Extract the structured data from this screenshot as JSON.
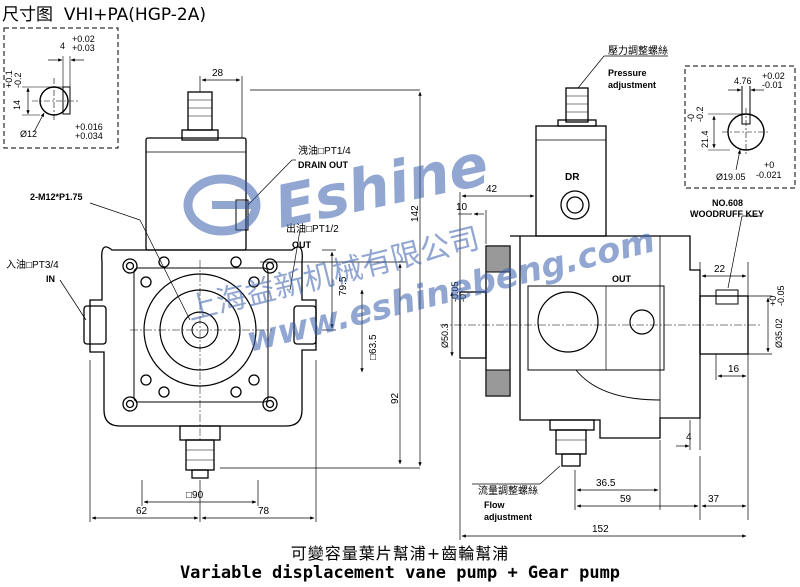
{
  "header": {
    "title_cn": "尺寸图",
    "title_model": "VHI+PA(HGP-2A)"
  },
  "watermark": {
    "brand": "Eshine",
    "site": "www.eshinebeng.com",
    "company_cn": "上海益新机械有限公司"
  },
  "key_left": {
    "width": "4",
    "width_tol_up": "+0.02",
    "width_tol_dn": "+0.03",
    "height": "14",
    "height_tol_up": "+0.1",
    "height_tol_dn": "-0.2",
    "diameter": "Ø12",
    "diam_tol_up": "+0.016",
    "diam_tol_dn": "+0.034"
  },
  "front": {
    "dim_28": "28",
    "drain_cn": "洩油□PT1/4",
    "drain_en": "DRAIN OUT",
    "bolt": "2-M12*P1.75",
    "out_cn": "出油□PT1/2",
    "out_en": "OUT",
    "in_cn": "入油□PT3/4",
    "in_en": "IN",
    "dim_795": "79.5",
    "dim_635": "□63.5",
    "dim_92": "92",
    "dim_142": "142",
    "dim_90": "□90",
    "dim_62": "62",
    "dim_78": "78"
  },
  "side": {
    "pressure_cn": "壓力調整螺絲",
    "pressure_en1": "Pressure",
    "pressure_en2": "adjustment",
    "dr": "DR",
    "dim_42": "42",
    "dim_10": "10",
    "out": "OUT",
    "bore": "Ø50.3",
    "bore_tol_up": "-0.05",
    "bore_tol_dn": "-0",
    "woodruff1": "NO.608",
    "woodruff2": "WOODRUFF KEY",
    "dim_22": "22",
    "dim_16": "16",
    "shaft": "Ø35.02",
    "shaft_tol_up": "+0",
    "shaft_tol_dn": "-0.05",
    "dim_4": "4",
    "flow_cn": "流量調整螺絲",
    "flow_en1": "Flow",
    "flow_en2": "adjustment",
    "dim_365": "36.5",
    "dim_59": "59",
    "dim_37": "37",
    "dim_152": "152"
  },
  "key_right": {
    "width": "4.76",
    "width_tol_up": "+0.02",
    "width_tol_dn": "-0.01",
    "height": "21.4",
    "height_tol_up": "-0",
    "height_tol_dn": "-0.2",
    "diameter": "Ø19.05",
    "diam_tol_up": "+0",
    "diam_tol_dn": "-0.021"
  },
  "caption": {
    "cn": "可變容量葉片幫浦+齒輪幫浦",
    "en": "Variable displacement vane pump + Gear pump"
  }
}
